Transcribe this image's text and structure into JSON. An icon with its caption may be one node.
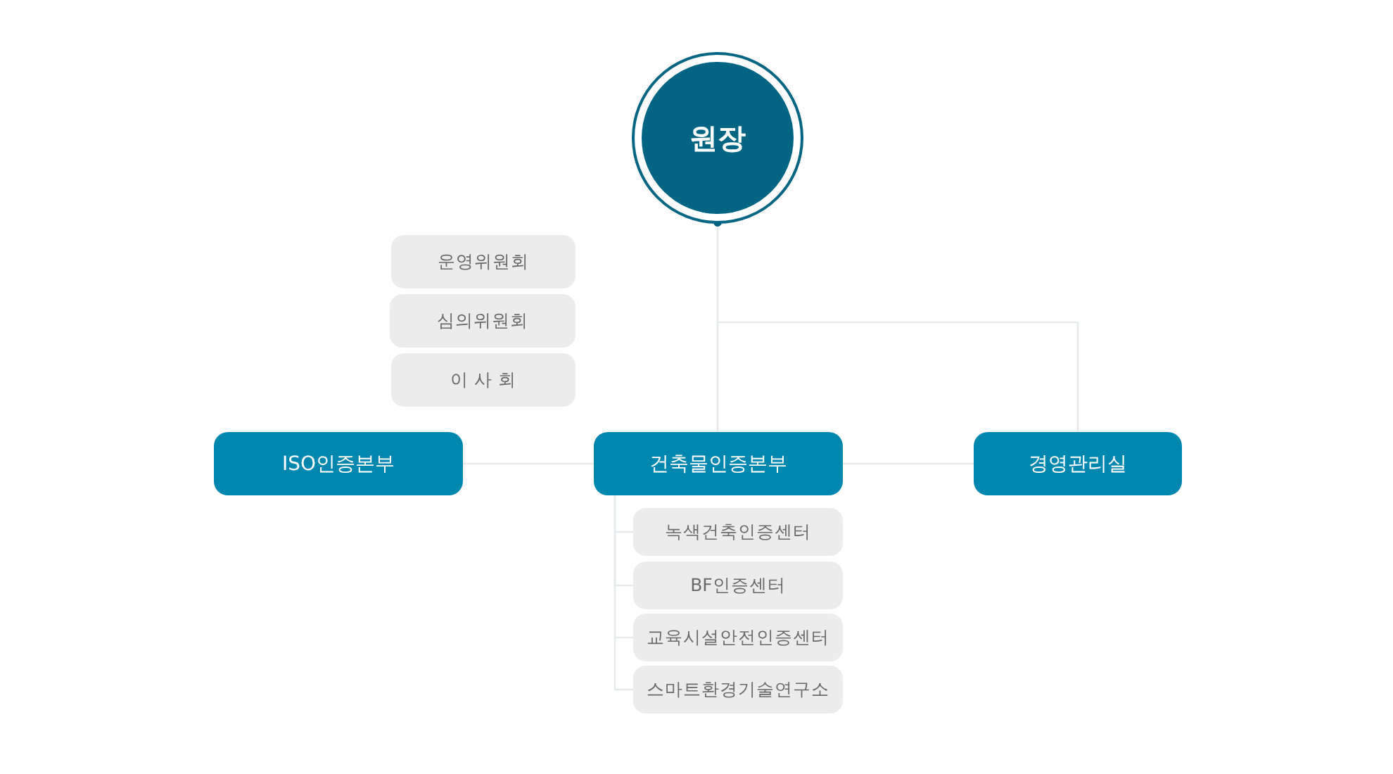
{
  "diagram": {
    "nodes": [
      {
        "text": [
          "원장"
        ]
      },
      {
        "text": [
          "운영위원회"
        ]
      },
      {
        "text": [
          "심의위원회"
        ]
      },
      {
        "text": [
          "이 사 회"
        ]
      },
      {
        "text": [
          "ISO인증본부"
        ]
      },
      {
        "text": [
          "건축물인증본부"
        ]
      },
      {
        "text": [
          "경영관리실"
        ]
      },
      {
        "text": [
          "녹색건축인증센터"
        ]
      },
      {
        "text": [
          "BF인증센터"
        ]
      },
      {
        "text": [
          "교육시설안전인증센터"
        ]
      },
      {
        "text": [
          "스마트환경기술연구소"
        ]
      }
    ],
    "edges": [
      {
        "from": 0,
        "to": 5,
        "arrow": "none"
      },
      {
        "from": 0,
        "to": 6,
        "arrow": "none"
      },
      {
        "from": 5,
        "to": 4,
        "arrow": "none"
      },
      {
        "from": 5,
        "to": 6,
        "arrow": "none"
      },
      {
        "from": 5,
        "to": 7,
        "arrow": "none"
      },
      {
        "from": 5,
        "to": 8,
        "arrow": "none"
      },
      {
        "from": 5,
        "to": 9,
        "arrow": "none"
      },
      {
        "from": 5,
        "to": 10,
        "arrow": "none"
      }
    ]
  }
}
